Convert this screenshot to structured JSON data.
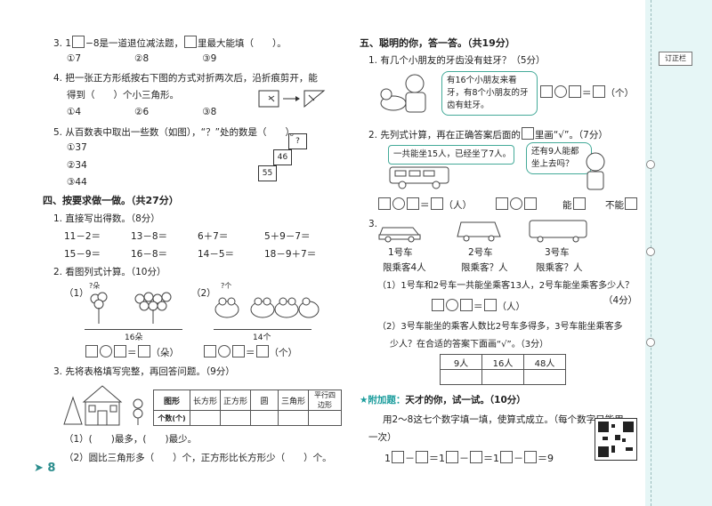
{
  "left": {
    "q3": {
      "num": "3.",
      "pre": "1",
      "mid": "−8是一道退位减法题，",
      "post": "里最大能填（　　）。",
      "opts": [
        "①7",
        "②8",
        "③9"
      ]
    },
    "q4": {
      "num": "4.",
      "l1": "把一张正方形纸按右下图的方式对折两次后，沿折痕剪开，能",
      "l2": "得到（　　）个小三角形。",
      "opts": [
        "①4",
        "②6",
        "③8"
      ]
    },
    "q5": {
      "num": "5.",
      "l1": "从百数表中取出一些数（如图），“？”处的数是（　　）。",
      "opts": [
        "①37",
        "②34",
        "③44"
      ],
      "cells": [
        "?",
        "46",
        "55"
      ]
    },
    "sec4": {
      "title": "四、按要求做一做。（共27分）"
    },
    "c1": {
      "label": "1. 直接写出得数。（8分）",
      "rows": [
        [
          "11－2＝",
          "13－8＝",
          "6＋7＝",
          "5＋9－7＝"
        ],
        [
          "15－9＝",
          "16－8＝",
          "14－5＝",
          "18－9＋7＝"
        ]
      ]
    },
    "c2": {
      "label": "2. 看图列式计算。（10分）",
      "p1": "（1）",
      "p2": "（2）",
      "q1": "?朵",
      "q2": "?个",
      "total1": "16朵",
      "total2": "14个",
      "unit1": "（朵）",
      "unit2": "（个）"
    },
    "c3": {
      "label": "3. 先将表格填写完整，再回答问题。（9分）",
      "headers": [
        "图形",
        "长方形",
        "正方形",
        "圆",
        "三角形",
        "平行四边形"
      ],
      "row2": "个数(个)",
      "a1": "（1）(　　)最多，(　　)最少。",
      "a2": "（2）圆比三角形多（　　）个，正方形比长方形少（　　）个。"
    },
    "page": "8"
  },
  "right": {
    "sec5": "五、聪明的你，答一答。（共19分）",
    "r1": {
      "label": "1. 有几个小朋友的牙齿没有蛀牙？（5分）",
      "bubble": "有16个小朋友来看牙，有8个小朋友的牙齿有蛀牙。",
      "unit": "（个）"
    },
    "r2": {
      "label": "2. 先列式计算，再在正确答案后面的",
      "label2": "里画“√”。（7分）",
      "bubble1": "一共能坐15人，已经坐了7人。",
      "bubble2": "还有9人能都坐上去吗？",
      "unit": "（人）",
      "yes": "能",
      "no": "不能"
    },
    "r3": {
      "label": "3.",
      "cars": [
        {
          "name": "1号车",
          "limit": "限乘客4人"
        },
        {
          "name": "2号车",
          "limit": "限乘客？人"
        },
        {
          "name": "3号车",
          "limit": "限乘客？人"
        }
      ],
      "s1a": "（1）1号车和2号车一共能坐乘客13人，2号车能坐乘客多少人？",
      "s1b": "（4分）",
      "unit": "（人）",
      "s2a": "（2）3号车能坐的乘客人数比2号车多得多，3号车能坐乘客多",
      "s2b": "少人？在合适的答案下面画“√”。（3分）",
      "choices": [
        "9人",
        "16人",
        "48人"
      ]
    },
    "bonus": {
      "tag": "★附加题：",
      "title": "天才的你，试一试。（10分）",
      "l1": "用2～8这七个数字填一填，使算式成立。（每个数字只能用",
      "l2": "一次）",
      "eq": [
        "1",
        "－",
        "＝1",
        "－",
        "＝1",
        "－",
        "＝9"
      ]
    }
  },
  "margin": {
    "label": "订正栏"
  }
}
